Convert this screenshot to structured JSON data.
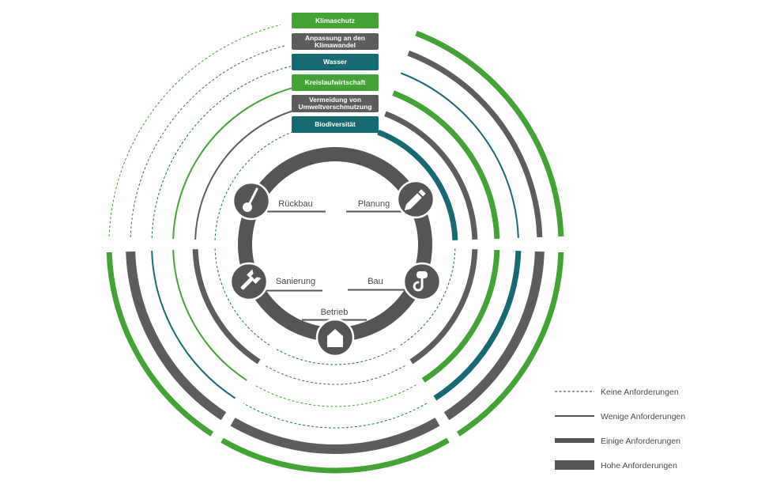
{
  "colors": {
    "green": "#43a335",
    "gray": "#5d5d5d",
    "teal": "#176a72",
    "dark": "#555555",
    "white": "#ffffff"
  },
  "categories": [
    {
      "id": "klimaschutz",
      "label": "Klimaschutz",
      "color": "#43a335"
    },
    {
      "id": "anpassung",
      "label": "Anpassung an den Klimawandel",
      "color": "#5d5d5d"
    },
    {
      "id": "wasser",
      "label": "Wasser",
      "color": "#176a72"
    },
    {
      "id": "kreislauf",
      "label": "Kreislaufwirtschaft",
      "color": "#43a335"
    },
    {
      "id": "vermeidung",
      "label": "Vermeidung von Umweltverschmutzung",
      "color": "#5d5d5d"
    },
    {
      "id": "biodiversitaet",
      "label": "Biodiversität",
      "color": "#176a72"
    }
  ],
  "phases": [
    {
      "id": "planung",
      "label": "Planung",
      "icon": "pencil-icon"
    },
    {
      "id": "bau",
      "label": "Bau",
      "icon": "crane-hook-icon"
    },
    {
      "id": "betrieb",
      "label": "Betrieb",
      "icon": "house-icon"
    },
    {
      "id": "sanierung",
      "label": "Sanierung",
      "icon": "wrench-icon"
    },
    {
      "id": "rueckbau",
      "label": "Rückbau",
      "icon": "wrecking-ball-icon"
    }
  ],
  "legend": [
    {
      "id": "keine",
      "label": "Keine Anforderungen",
      "level": 0
    },
    {
      "id": "wenige",
      "label": "Wenige Anforderungen",
      "level": 1
    },
    {
      "id": "einige",
      "label": "Einige Anforderungen",
      "level": 2
    },
    {
      "id": "hohe",
      "label": "Hohe Anforderungen",
      "level": 3
    }
  ],
  "requirements": {
    "klimaschutz": {
      "rueckbau": 0,
      "planung": 2,
      "bau": 2,
      "betrieb": 2,
      "sanierung": 2
    },
    "anpassung": {
      "rueckbau": 0,
      "planung": 2,
      "bau": 3,
      "betrieb": 3,
      "sanierung": 3
    },
    "wasser": {
      "rueckbau": 0,
      "planung": 1,
      "bau": 2,
      "betrieb": 0,
      "sanierung": 1
    },
    "kreislauf": {
      "rueckbau": 1,
      "planung": 2,
      "bau": 2,
      "betrieb": 0,
      "sanierung": 1
    },
    "vermeidung": {
      "rueckbau": 1,
      "planung": 2,
      "bau": 2,
      "betrieb": 0,
      "sanierung": 2
    },
    "biodiversitaet": {
      "rueckbau": 0,
      "planung": 2,
      "bau": 0,
      "betrieb": 0,
      "sanierung": 0
    }
  }
}
